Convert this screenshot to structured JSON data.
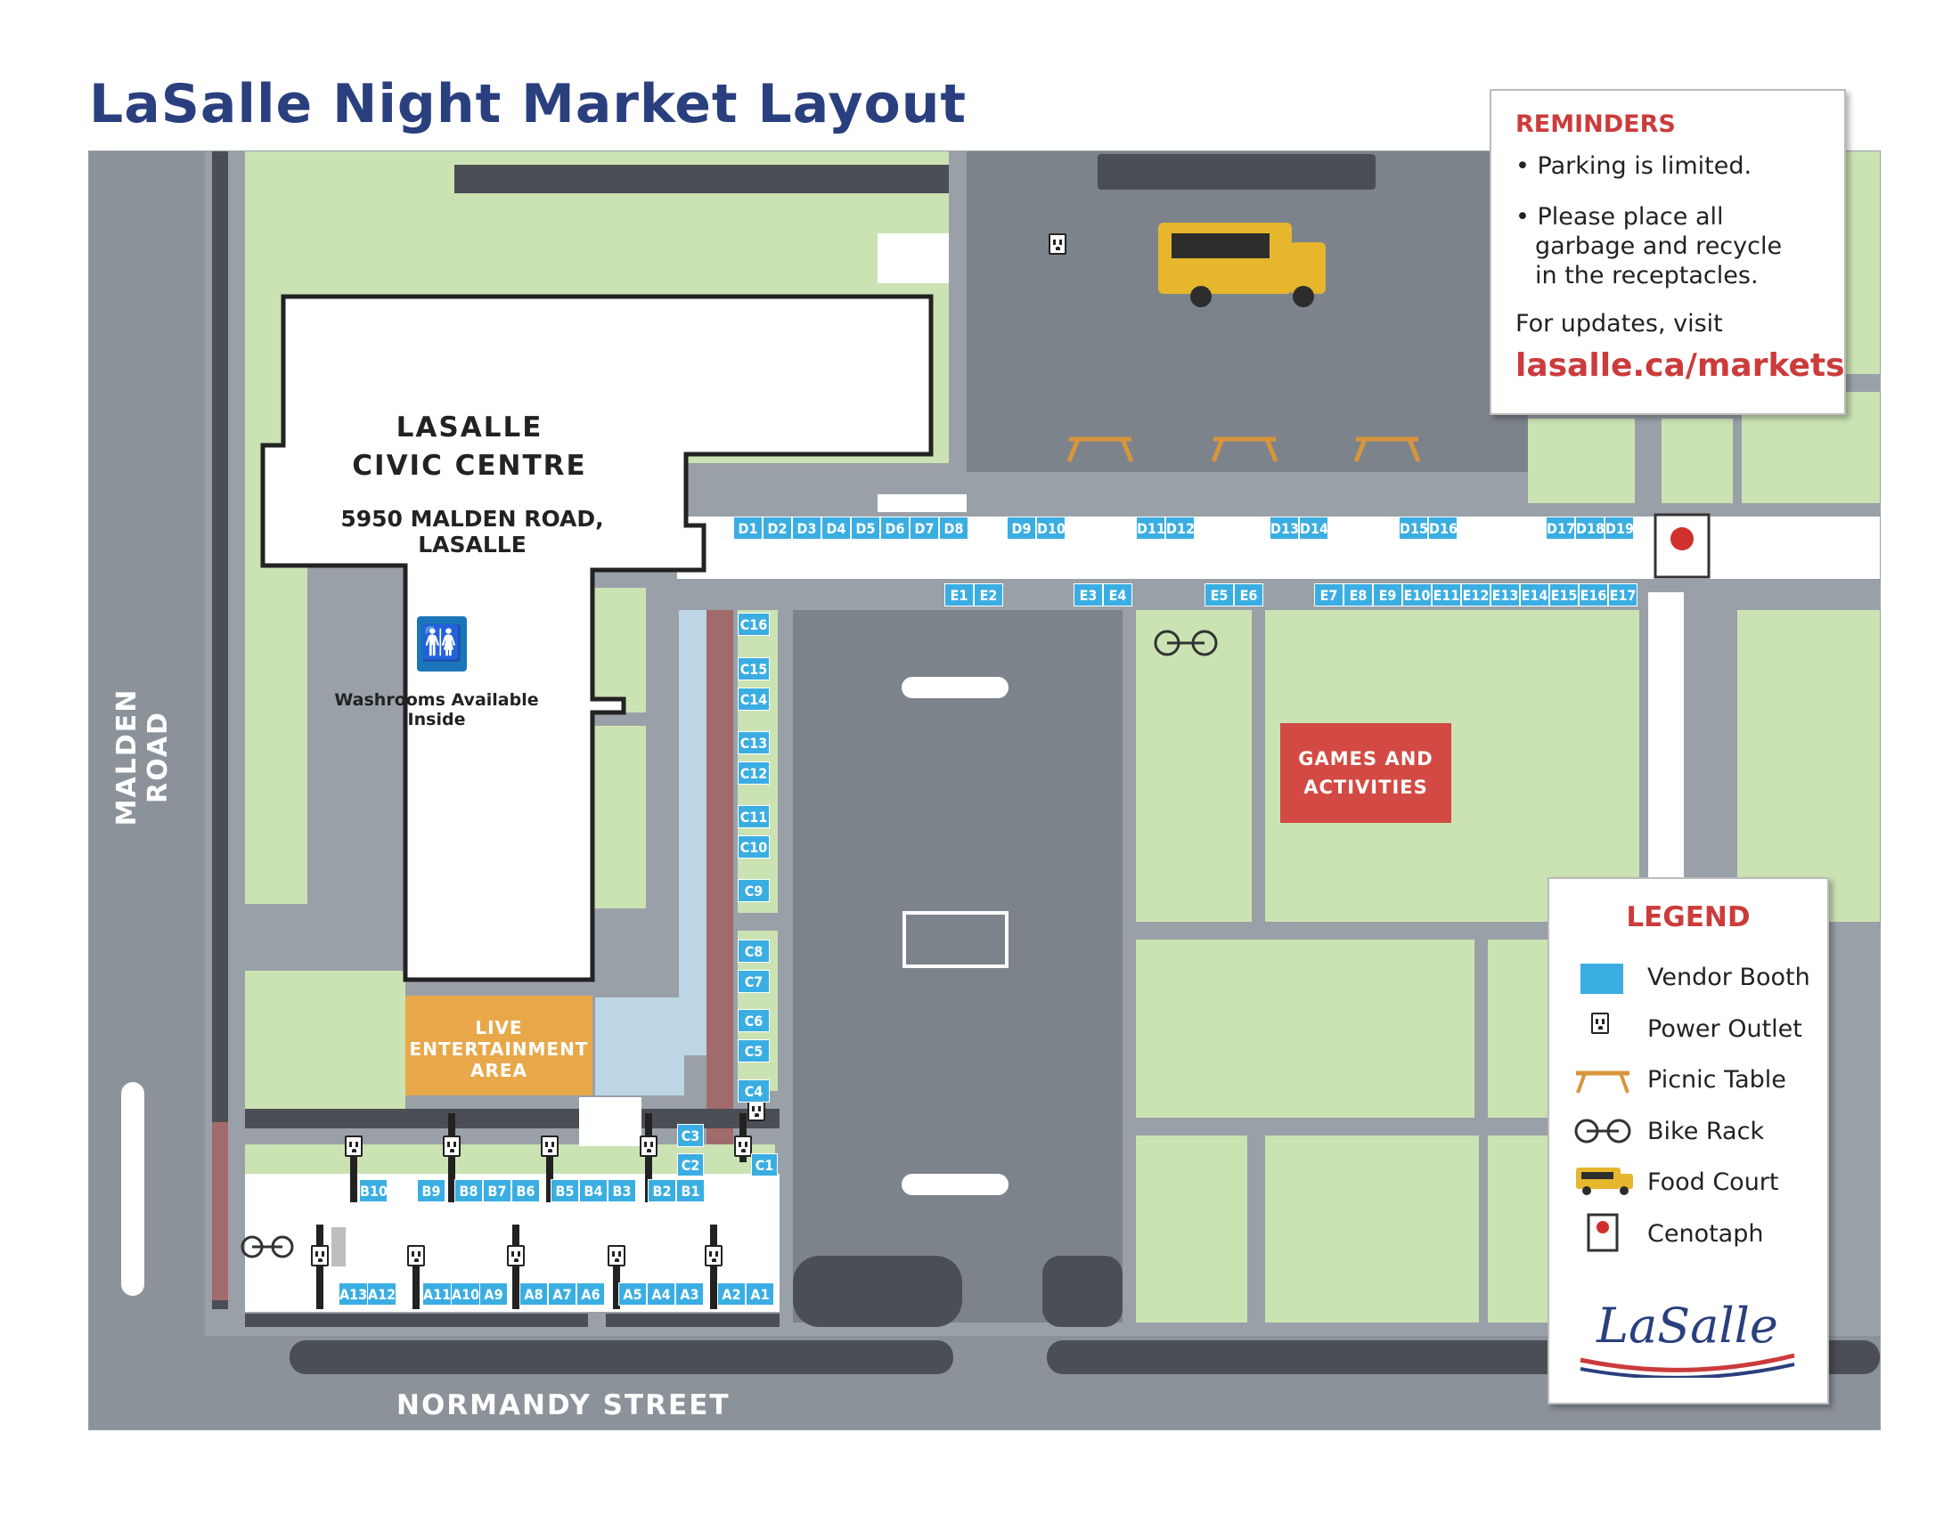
{
  "title": "LaSalle Night Market Layout",
  "streets": {
    "west": "MALDEN ROAD",
    "south": "NORMANDY STREET"
  },
  "building": {
    "name_line1": "LASALLE",
    "name_line2": "CIVIC CENTRE",
    "address": "5950 MALDEN ROAD, LASALLE",
    "washrooms": "Washrooms Available Inside"
  },
  "areas": {
    "live_line1": "LIVE",
    "live_line2": "ENTERTAINMENT",
    "live_line3": "AREA",
    "games_line1": "GAMES AND",
    "games_line2": "ACTIVITIES"
  },
  "reminders": {
    "title": "REMINDERS",
    "item1": "Parking is limited.",
    "item2_line1": "Please place all",
    "item2_line2": "garbage and recycle",
    "item2_line3": "in the receptacles.",
    "updates": "For updates, visit",
    "url": "lasalle.ca/markets"
  },
  "legend": {
    "title": "LEGEND",
    "items": [
      "Vendor Booth",
      "Power Outlet",
      "Picnic Table",
      "Bike Rack",
      "Food Court",
      "Cenotaph"
    ]
  },
  "logo_text": "LaSalle",
  "booths": {
    "a": [
      "A13",
      "A12",
      "A11",
      "A10",
      "A9",
      "A8",
      "A7",
      "A6",
      "A5",
      "A4",
      "A3",
      "A2",
      "A1"
    ],
    "b": [
      "B10",
      "B9",
      "B8",
      "B7",
      "B6",
      "B5",
      "B4",
      "B3",
      "B2",
      "B1"
    ],
    "c": [
      "C16",
      "C15",
      "C14",
      "C13",
      "C12",
      "C11",
      "C10",
      "C9",
      "C8",
      "C7",
      "C6",
      "C5",
      "C4",
      "C3",
      "C2",
      "C1"
    ],
    "d": [
      "D1",
      "D2",
      "D3",
      "D4",
      "D5",
      "D6",
      "D7",
      "D8",
      "D9",
      "D10",
      "D11",
      "D12",
      "D13",
      "D14",
      "D15",
      "D16",
      "D17",
      "D18",
      "D19"
    ],
    "e": [
      "E1",
      "E2",
      "E3",
      "E4",
      "E5",
      "E6",
      "E7",
      "E8",
      "E9",
      "E10",
      "E11",
      "E12",
      "E13",
      "E14",
      "E15",
      "E16",
      "E17"
    ]
  },
  "colors": {
    "grass": "#cbe3b3",
    "road": "#8c929a",
    "parking": "#7d838b",
    "dark_road": "#4b4e55",
    "booth": "#3aaee2",
    "games": "#d24a43",
    "live": "#e8a84a",
    "water": "#bcd6e6",
    "brick": "#a26b6b",
    "title": "#2a3f7e",
    "accent": "#cc3b3b"
  }
}
